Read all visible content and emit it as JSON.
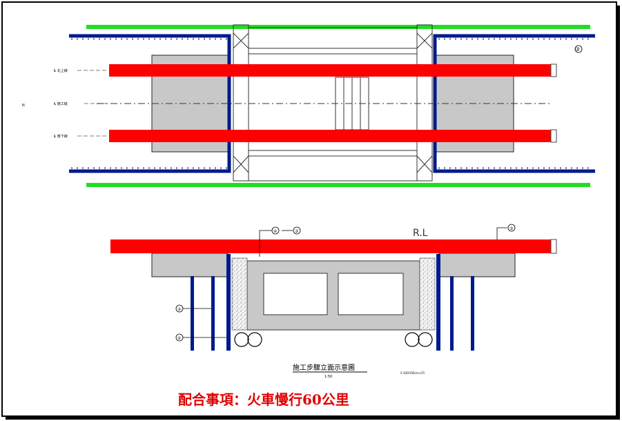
{
  "plan_view": {
    "left_labels": [
      "℄ 北上線",
      "℄ 施工縫",
      "℄ 南下線"
    ],
    "axis_label": "N",
    "callout_top_right": "③"
  },
  "elevation_view": {
    "rail_level_label": "R.L",
    "callouts": [
      "④",
      "③",
      "③",
      "②",
      "①"
    ],
    "title": "施工步驟立面示意圖",
    "scale": "1:50",
    "note": "S-100/100cm×25"
  },
  "caption": "配合事項：火車慢行60公里",
  "colors": {
    "rail": "#ff0000",
    "sheet_pile": "#001a8c",
    "guard_line": "#22dd22",
    "concrete": "#c8c8c8",
    "caption": "#e00000"
  }
}
